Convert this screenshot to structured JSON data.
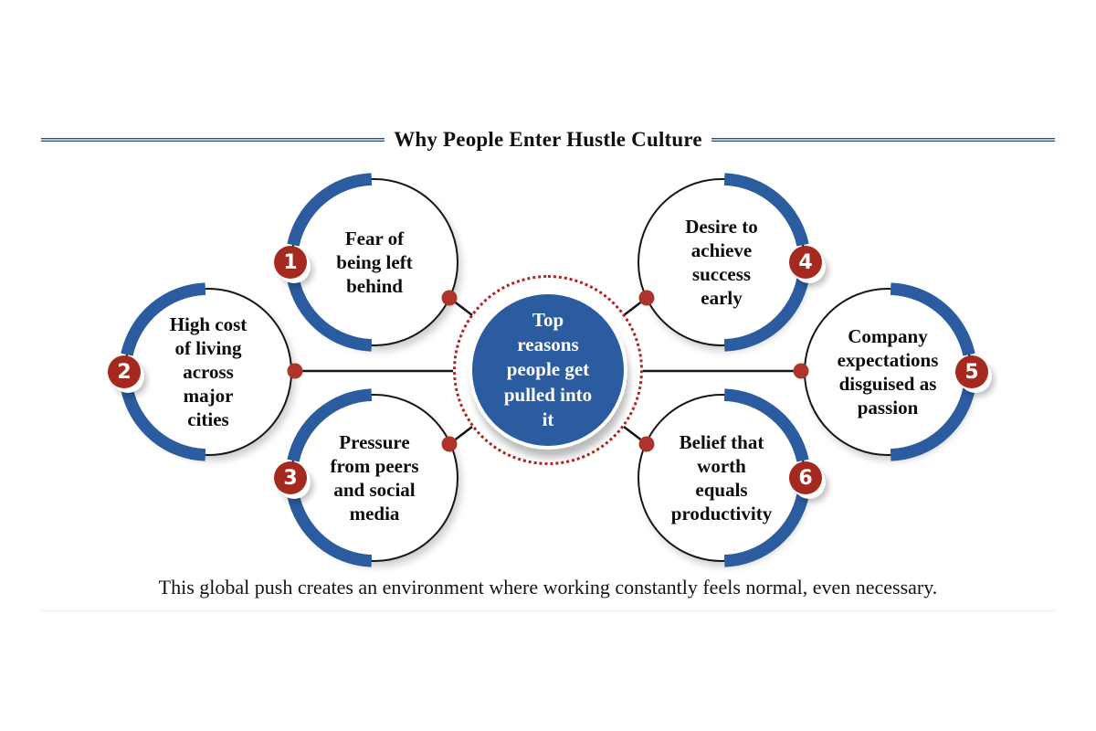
{
  "title": "Why People Enter Hustle Culture",
  "center": {
    "label": "Top\nreasons\npeople get\npulled into\nit"
  },
  "nodes": [
    {
      "number": "1",
      "label": "Fear of\nbeing left\nbehind"
    },
    {
      "number": "2",
      "label": "High cost\nof living\nacross\nmajor\ncities"
    },
    {
      "number": "3",
      "label": "Pressure\nfrom peers\nand social\nmedia"
    },
    {
      "number": "4",
      "label": "Desire to\nachieve\nsuccess\nearly"
    },
    {
      "number": "5",
      "label": "Company\nexpectations\ndisguised as\npassion"
    },
    {
      "number": "6",
      "label": "Belief that\nworth\nequals\nproductivity"
    }
  ],
  "caption": "This global push creates an environment where working constantly feels normal, even necessary.",
  "colors": {
    "arc_blue": "#2b5c9f",
    "center_blue": "#2b5c9f",
    "badge_red": "#a5291f",
    "dot_red": "#ad342b",
    "dotted_ring_red": "#b22222",
    "connector_ink": "#161616",
    "title_rule_blue": "#a9c6e4"
  }
}
